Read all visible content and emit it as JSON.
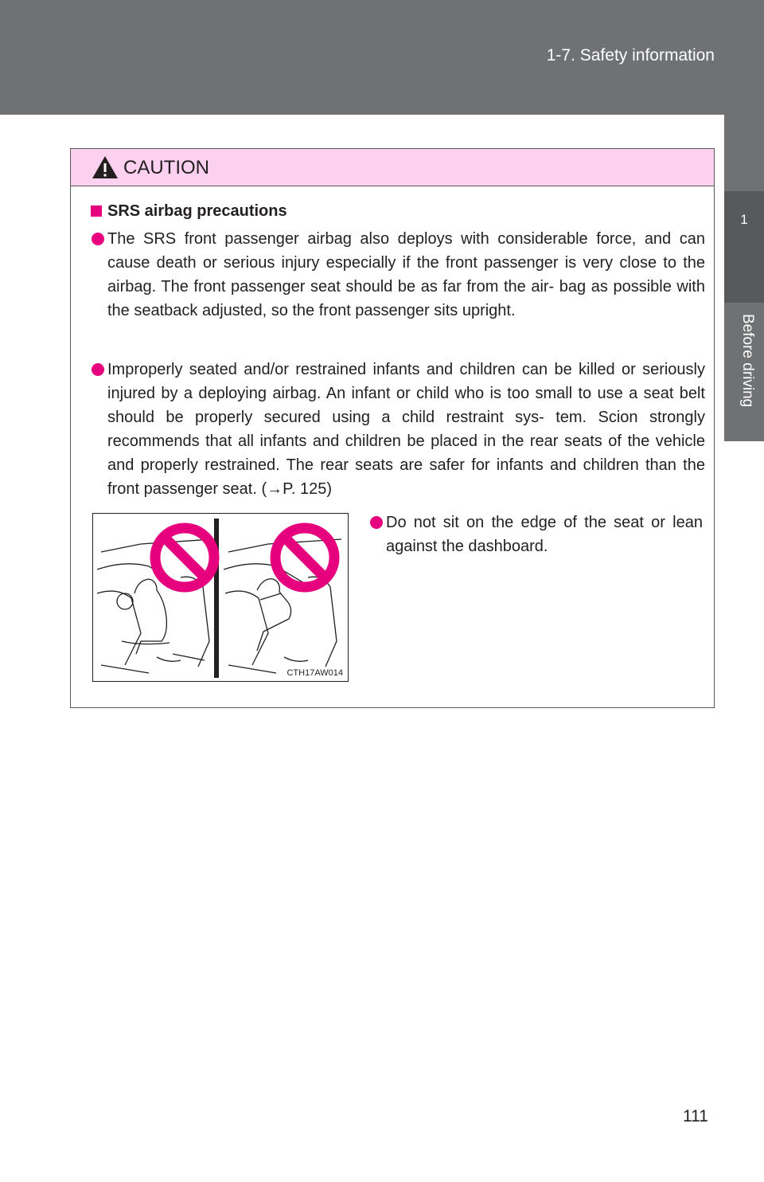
{
  "header": {
    "section": "1-7. Safety information",
    "chapter_number": "1",
    "chapter_label": "Before driving"
  },
  "caution": {
    "title": "CAUTION",
    "heading": "SRS airbag precautions",
    "paragraphs": [
      "The SRS front passenger airbag also deploys with considerable force, and can cause death or serious injury especially if the front passenger is very close to the airbag. The front passenger seat should be as far from the air- bag as possible with the seatback adjusted, so the front passenger sits upright.",
      "Improperly seated and/or restrained infants and children can be killed or seriously injured by a deploying airbag. An infant or child who is too small to use a seat belt should be properly secured using a child restraint sys- tem. Scion strongly recommends that all infants and children be placed in the rear seats of the vehicle and properly restrained. The rear seats are safer for infants and children than the front passenger seat. (→P. 125)",
      "Do not sit on the edge of the seat or lean against the dashboard."
    ],
    "figure_code": "CTH17AW014"
  },
  "page_number": "111",
  "colors": {
    "header_gray": "#707173",
    "tab_dark": "#58595b",
    "caution_pink": "#fcd0ef",
    "bullet_magenta": "#e6007e"
  }
}
